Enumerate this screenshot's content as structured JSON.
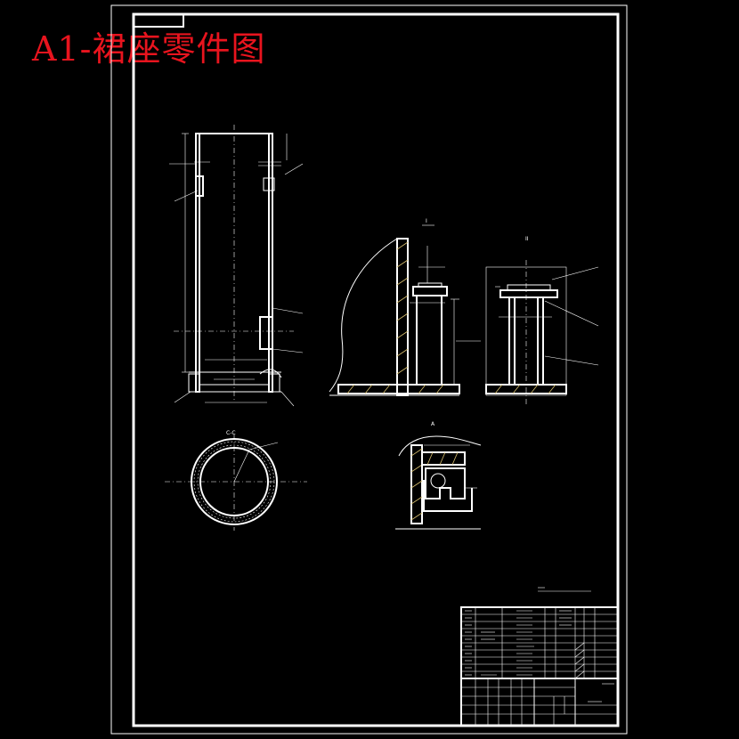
{
  "drawing": {
    "title": "A1-裙座零件图"
  },
  "views": {
    "section_label": "C-C",
    "detail_1_label": "I",
    "detail_2_label": "II",
    "detail_a_label": "A"
  },
  "colors": {
    "background": "#000000",
    "lines": "#ffffff",
    "title": "#e8141e",
    "hatch": "#d9c070"
  }
}
